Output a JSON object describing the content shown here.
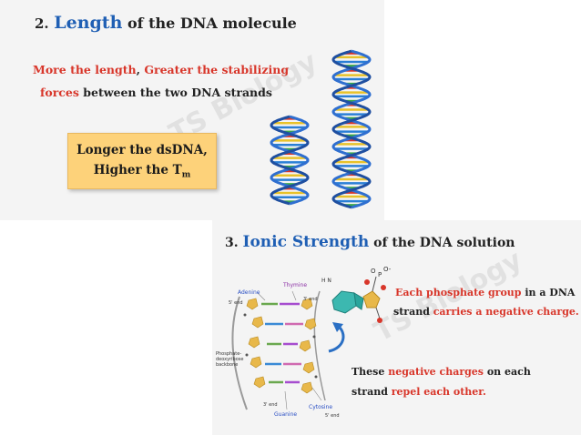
{
  "slide1": {
    "title_number": "2.",
    "title_highlight": "Length",
    "title_rest": "of the DNA molecule",
    "line1_red_a": "More the length",
    "line1_comma": ",",
    "line1_red_b": "Greater the stabilizing",
    "line2_red": "forces",
    "line2_rest": "between the two DNA strands",
    "box_line1": "Longer the dsDNA,",
    "box_line2": "Higher the T",
    "box_line2_sub": "m",
    "watermark": "TS Biology"
  },
  "slide2": {
    "title_number": "3.",
    "title_highlight": "Ionic Strength",
    "title_rest": "of the DNA solution",
    "p1_red": "Each phosphate group",
    "p1_rest": " in a DNA",
    "p2_start": "strand ",
    "p2_red": "carries a negative charge.",
    "p3_start": "These ",
    "p3_red": "negative charges",
    "p3_rest": " on each",
    "p4_start": "strand ",
    "p4_red": "repel each other.",
    "watermark": "TS Biology",
    "diagram_labels": {
      "adenine": "Adenine",
      "thymine": "Thymine",
      "backbone": "Phosphate-\ndeoxyribose\nbackbone",
      "cytosine": "Cytosine",
      "guanine": "Guanine",
      "end5_top": "5' end",
      "end3_top": "3' end",
      "end3_bottom": "3' end",
      "end5_bottom": "5' end"
    }
  },
  "colors": {
    "accent_blue": "#1f5fb4",
    "accent_red": "#d8362a",
    "box_fill": "#fdd27a"
  }
}
